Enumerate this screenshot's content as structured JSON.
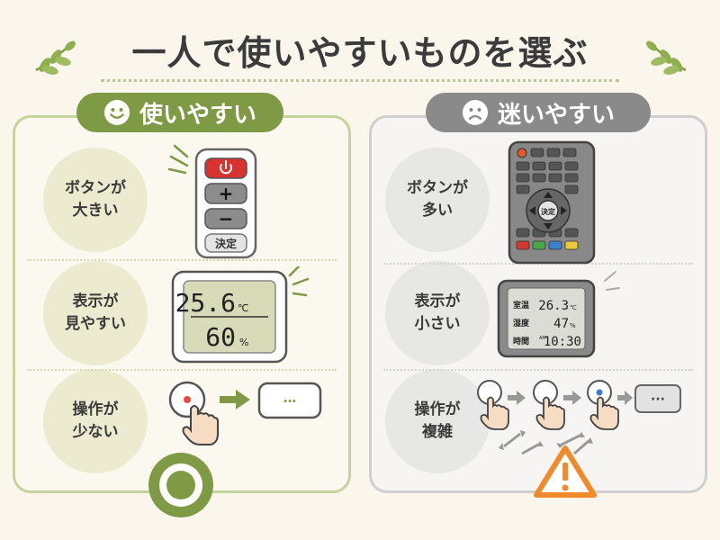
{
  "title": "一人で使いやすいものを選ぶ",
  "good": {
    "heading": "使いやすい",
    "rows": [
      {
        "line1": "ボタンが",
        "line2": "大きい"
      },
      {
        "line1": "表示が",
        "line2": "見やすい"
      },
      {
        "line1": "操作が",
        "line2": "少ない"
      }
    ],
    "remote": {
      "plus": "+",
      "minus": "−",
      "ok": "決定"
    },
    "display": {
      "temp": "25.6",
      "temp_unit": "℃",
      "hum": "60",
      "hum_unit": "%"
    },
    "ellipsis": "⸱⸱⸱"
  },
  "bad": {
    "heading": "迷いやすい",
    "rows": [
      {
        "line1": "ボタンが",
        "line2": "多い"
      },
      {
        "line1": "表示が",
        "line2": "小さい"
      },
      {
        "line1": "操作が",
        "line2": "複雑"
      }
    ],
    "remote": {
      "ok": "決定"
    },
    "display": {
      "row1_label": "室温",
      "row1_value": "26.3",
      "row1_unit": "℃",
      "row2_label": "湿度",
      "row2_value": "47",
      "row2_unit": "%",
      "row3_label": "時間",
      "row3_prefix": "AM",
      "row3_value": "10:30"
    },
    "ellipsis": "···"
  },
  "colors": {
    "green": "#7f9a44",
    "grey": "#8a8a8a",
    "warning": "#f08a2a",
    "red": "#d9332f"
  }
}
